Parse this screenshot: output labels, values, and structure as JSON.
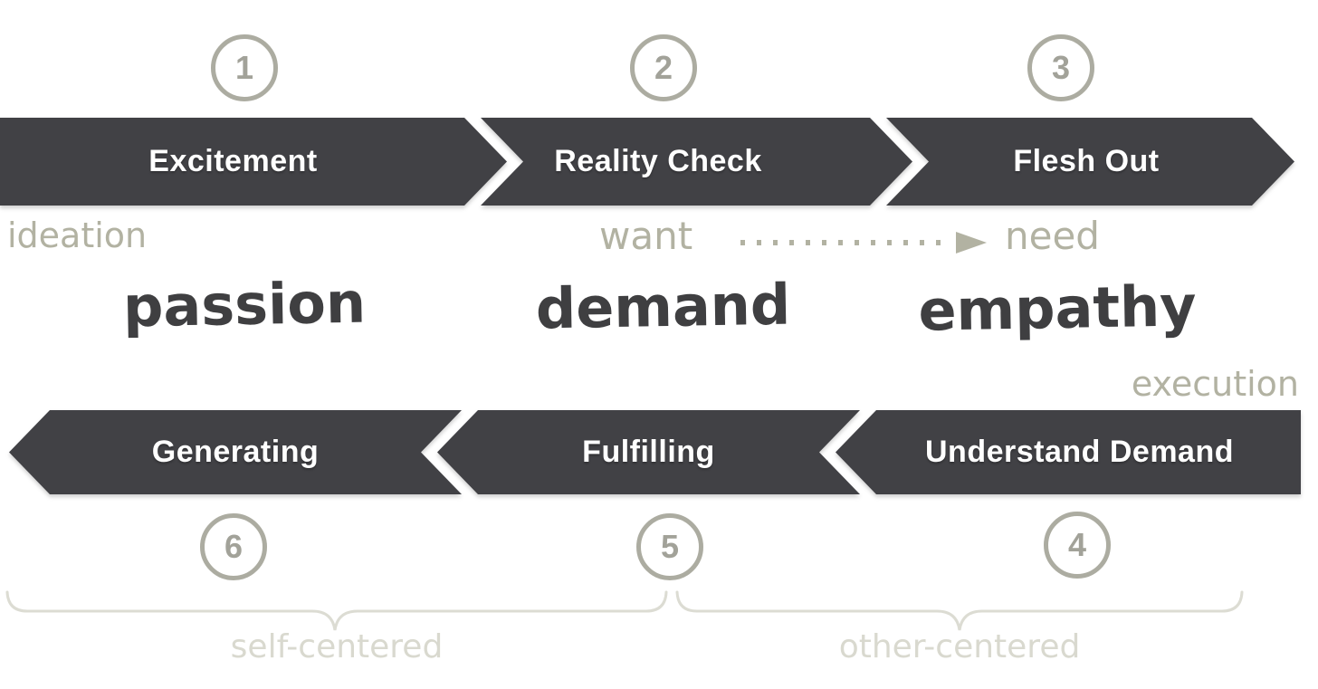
{
  "top_flow": {
    "direction": "right",
    "phase_label": "ideation",
    "steps": [
      {
        "number": "1",
        "label": "Excitement",
        "keyword": "passion"
      },
      {
        "number": "2",
        "label": "Reality Check",
        "keyword": "demand"
      },
      {
        "number": "3",
        "label": "Flesh Out",
        "keyword": "empathy"
      }
    ]
  },
  "transition": {
    "from": "want",
    "to": "need",
    "arrow_style": "dotted-right"
  },
  "bottom_flow": {
    "direction": "left",
    "phase_label": "execution",
    "steps": [
      {
        "number": "6",
        "label": "Generating"
      },
      {
        "number": "5",
        "label": "Fulfilling"
      },
      {
        "number": "4",
        "label": "Understand Demand"
      }
    ]
  },
  "braces": {
    "left_label": "self-centered",
    "right_label": "other-centered"
  },
  "colors": {
    "banner": "#414145",
    "banner_text": "#ffffff",
    "sage_annotation": "#b2b2a2",
    "circle_ring": "#acaca1",
    "circle_number": "#a2a299",
    "handwritten_dark": "#3f3f41",
    "brace": "#dcdcd3",
    "brace_label": "#d9d9cf",
    "background": "#ffffff"
  }
}
